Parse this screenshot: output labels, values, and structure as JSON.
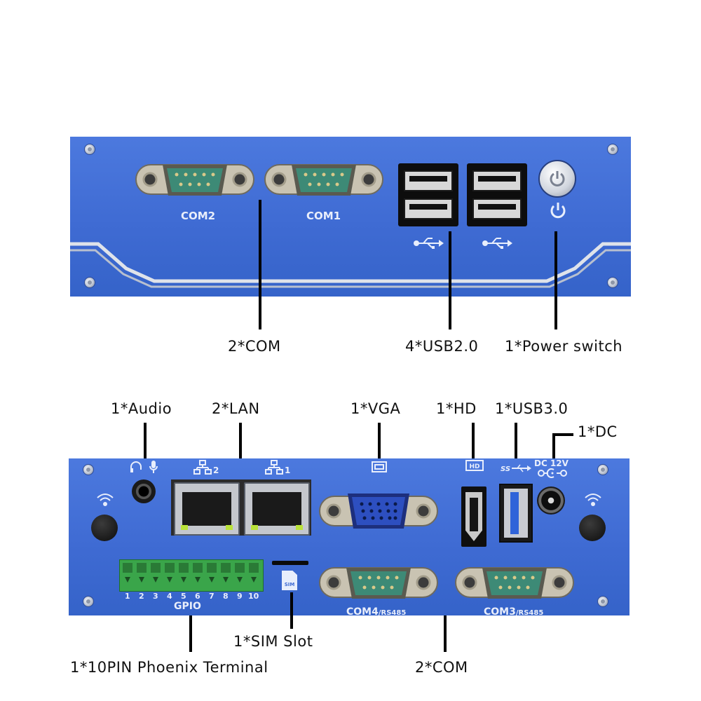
{
  "top_panel": {
    "ports": {
      "com2": "COM2",
      "com1": "COM1"
    },
    "icons": [
      "usb-icon",
      "usb-icon",
      "power-icon"
    ]
  },
  "bottom_panel": {
    "ports": {
      "com4": "COM4",
      "com4_sub": "/RS485",
      "com3": "COM3",
      "com3_sub": "/RS485",
      "dc": "DC 12V",
      "sim": "SIM",
      "gpio": "GPIO",
      "lan2_num": "2",
      "lan1_num": "1",
      "gpio_pins": [
        "1",
        "2",
        "3",
        "4",
        "5",
        "6",
        "7",
        "8",
        "9",
        "10"
      ]
    },
    "icons": [
      "headset-icon",
      "mic-icon",
      "network-icon",
      "vga-icon",
      "hd-icon",
      "usb-ss-icon",
      "wifi-icon"
    ]
  },
  "callouts": {
    "top_com": "2*COM",
    "top_usb": "4*USB2.0",
    "top_power": "1*Power switch",
    "audio": "1*Audio",
    "lan": "2*LAN",
    "vga": "1*VGA",
    "hd": "1*HD",
    "usb3": "1*USB3.0",
    "dc": "1*DC",
    "sim": "1*SIM Slot",
    "terminal": "1*10PIN Phoenix Terminal",
    "bottom_com": "2*COM"
  },
  "colors": {
    "panel": "#3f6bd3",
    "usb3_blue": "#2f63d9",
    "terminal_green": "#3aa54a",
    "vga_blue": "#2d4fc0"
  }
}
